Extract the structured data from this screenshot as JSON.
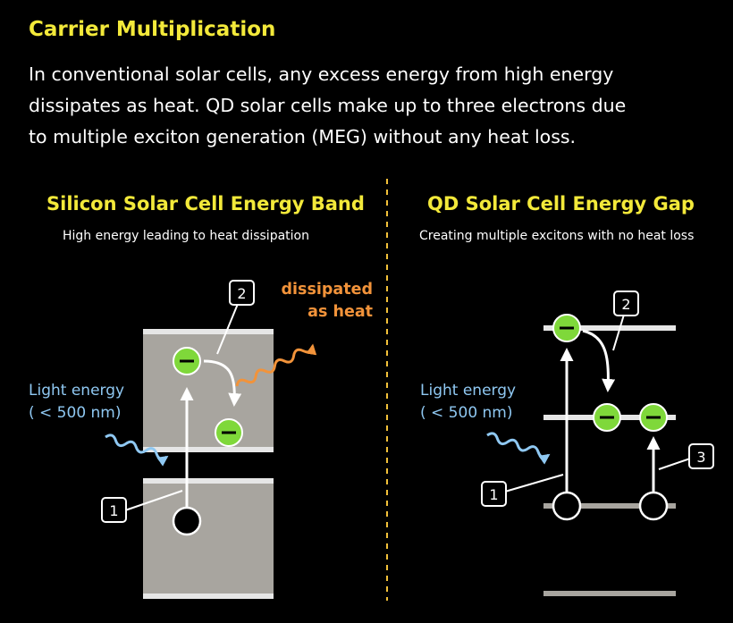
{
  "header": {
    "title": "Carrier Multiplication",
    "intro_lines": [
      "In conventional solar cells, any excess energy from high energy",
      "dissipates as heat. QD solar cells make up to three electrons due",
      "to multiple exciton generation (MEG) without any heat loss."
    ]
  },
  "silicon_panel": {
    "title": "Silicon Solar Cell Energy Band",
    "subtitle": "High energy leading to heat dissipation",
    "light_label_line1": "Light energy",
    "light_label_line2": "( < 500 nm)",
    "heat_label_line1": "dissipated",
    "heat_label_line2": "as heat",
    "callout_1": "1",
    "callout_2": "2"
  },
  "qd_panel": {
    "title": "QD Solar Cell Energy Gap",
    "subtitle": "Creating multiple excitons with no heat loss",
    "light_label_line1": "Light energy",
    "light_label_line2": "( < 500 nm)",
    "callout_1": "1",
    "callout_2": "2",
    "callout_3": "3"
  },
  "colors": {
    "title": "#f3e93a",
    "light": "#8fc8f2",
    "heat": "#f2933a",
    "electron": "#7fd83a",
    "band_fill": "#a8a59f",
    "band_edge": "#e6e6e6"
  }
}
